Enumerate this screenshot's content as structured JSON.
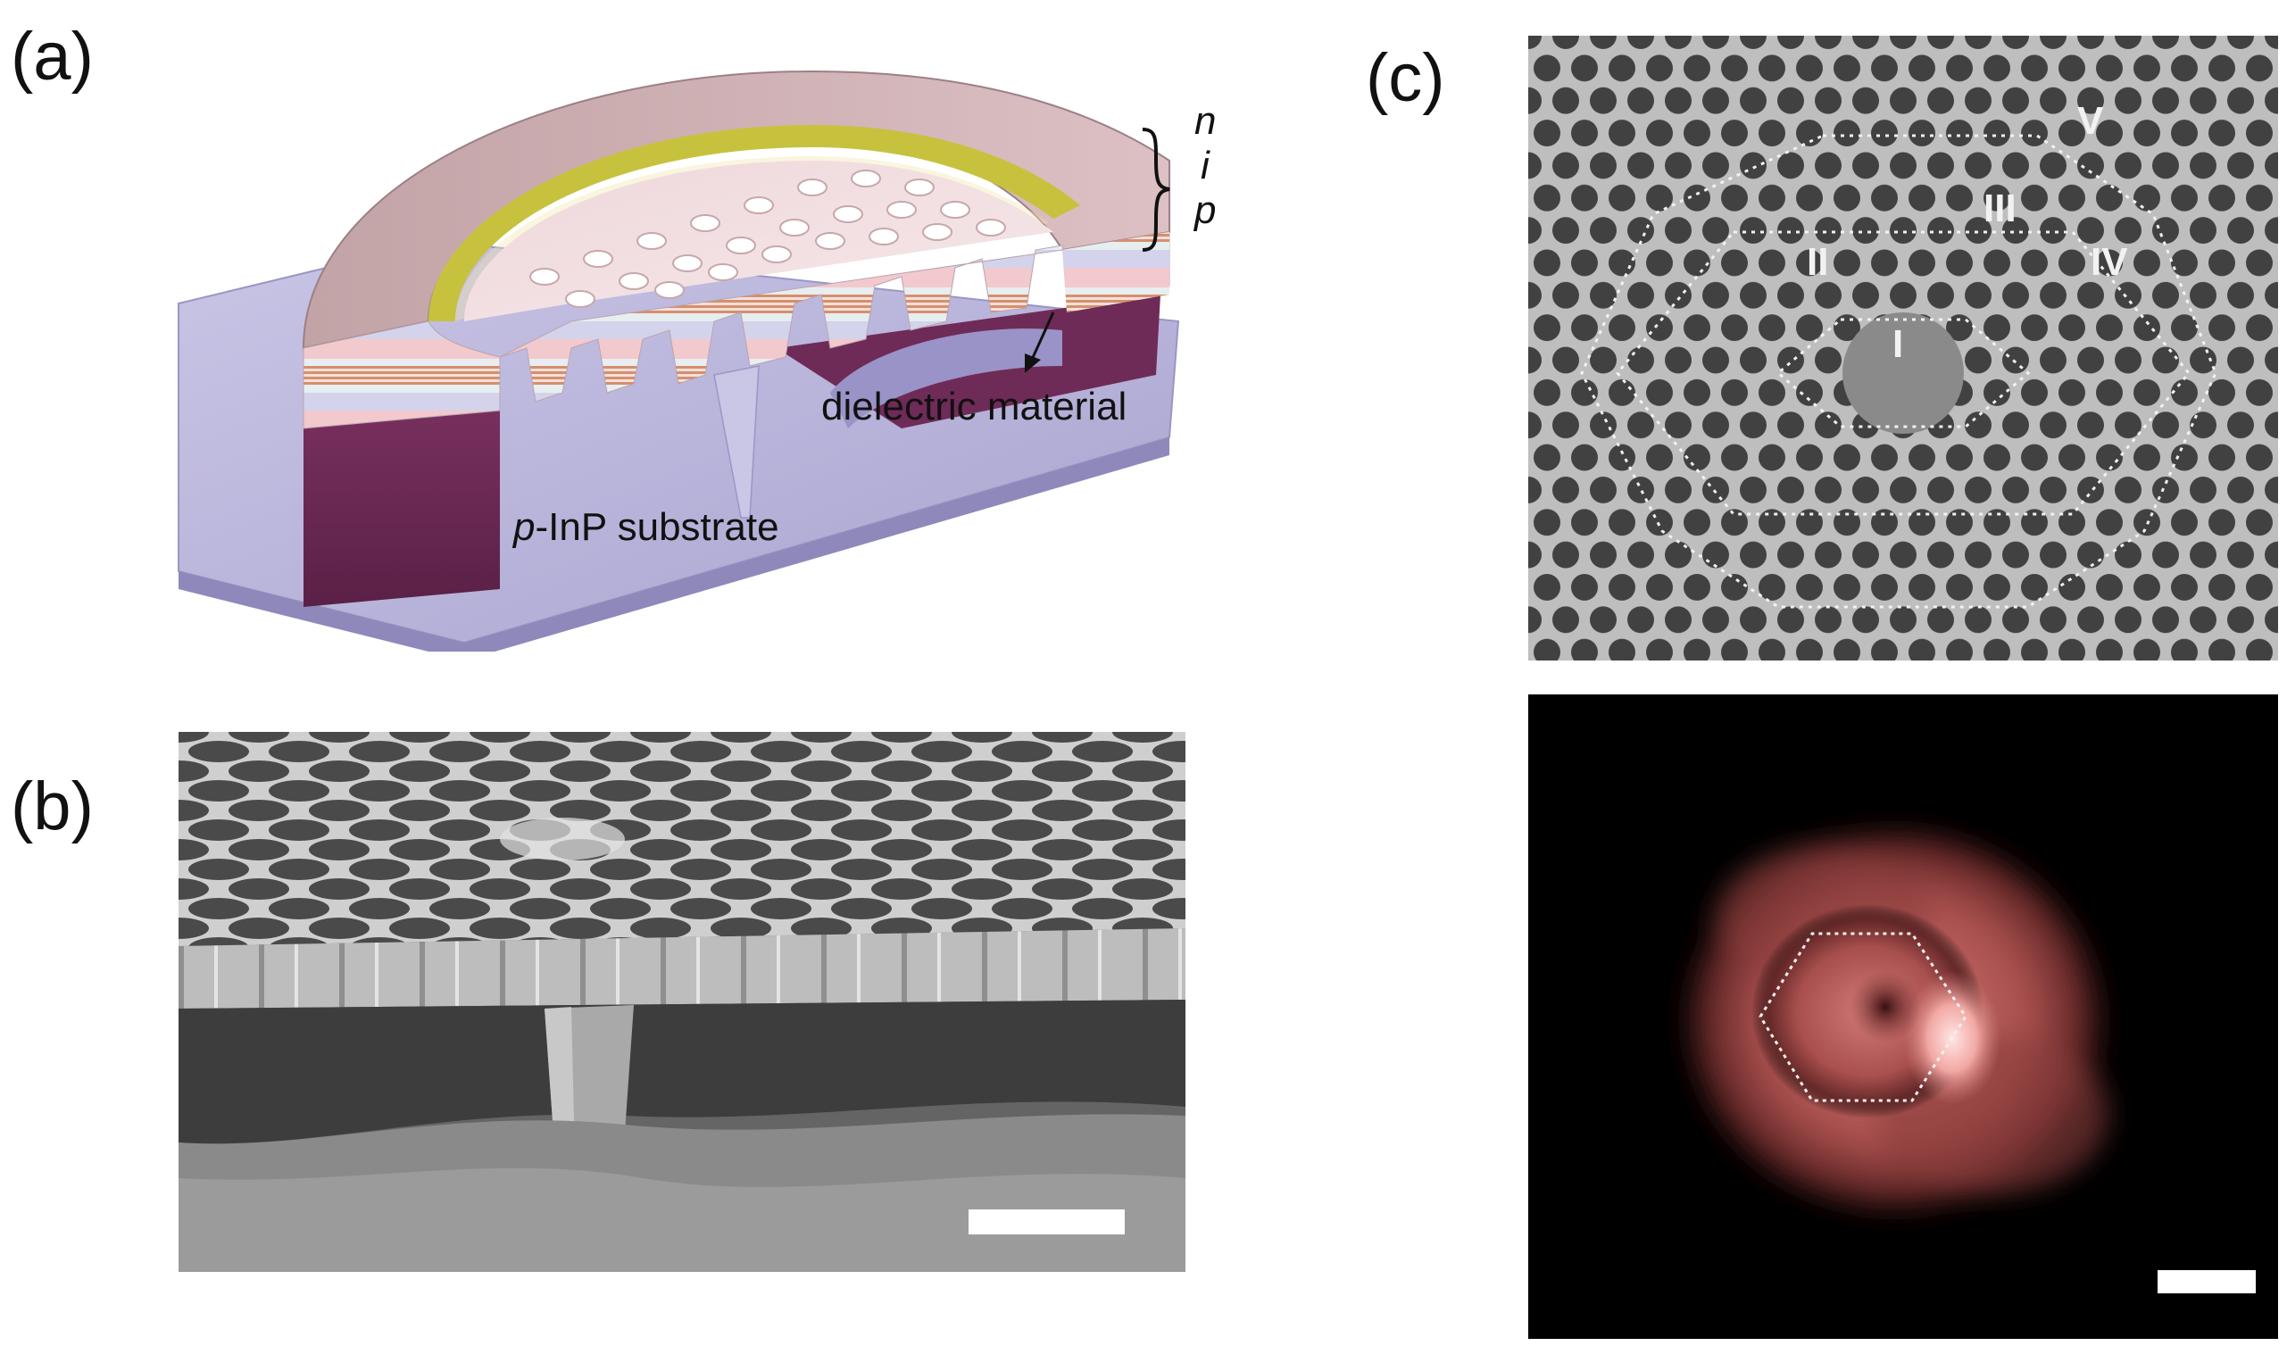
{
  "labels": {
    "a": "(a)",
    "b": "(b)",
    "c": "(c)"
  },
  "panel_a": {
    "layer_n": "n",
    "layer_i": "i",
    "layer_p": "p",
    "dielectric": "dielectric material",
    "substrate_prefix": "p",
    "substrate_rest": "-InP substrate"
  },
  "panel_c": {
    "region_labels": [
      "I",
      "II",
      "III",
      "IV",
      "V"
    ]
  },
  "colors": {
    "substrate": "#6a2a52",
    "base_plate": "#b8b4d8",
    "top_layer": "#e8c8cc",
    "ring_gold": "#b9b43a",
    "sem_gray": "#5a5a5a",
    "mode_red": "#c46a66"
  }
}
